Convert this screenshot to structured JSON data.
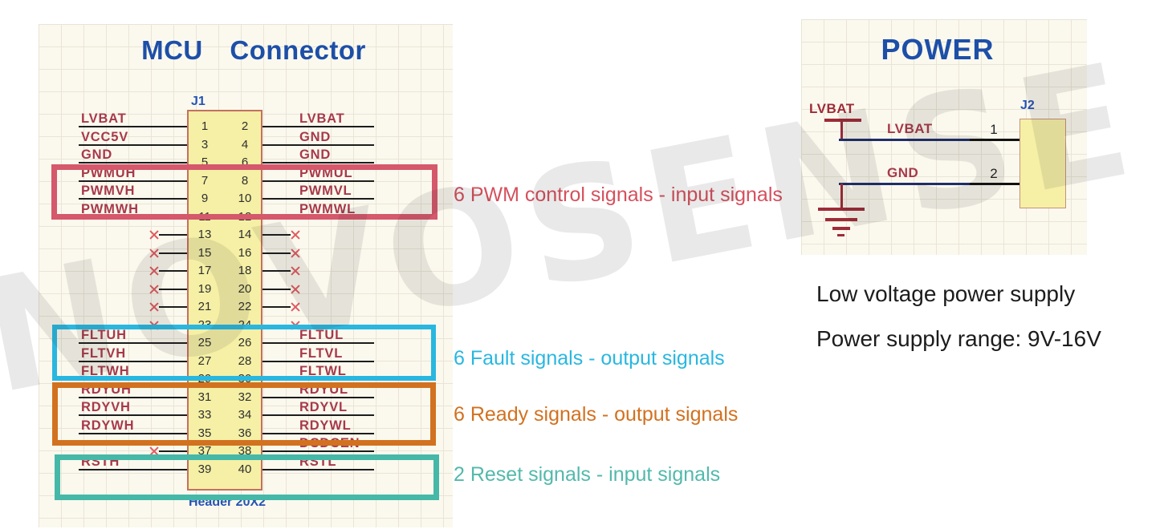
{
  "watermark": {
    "text": "NOVOSENSE"
  },
  "colors": {
    "title_blue": "#1d4fa8",
    "refdes_blue": "#2753b5",
    "net_label_red": "#a7394a",
    "wire_black": "#1c1c1c",
    "wire_navy": "#1f2d69",
    "connector_fill": "#f5f0a5",
    "connector_border": "#c4705f",
    "no_connect_red": "#e05a60",
    "power_symbol_red": "#9e2b38",
    "pwm_group": "#d5586b",
    "fault_group": "#29b7e0",
    "ready_group": "#d2711f",
    "reset_group": "#45b8a8",
    "sheet_background": "#fbf9ee"
  },
  "mcu": {
    "title": "MCU Connector",
    "refdes": "J1",
    "footprint_label": "Header 20X2",
    "rows": [
      {
        "pins": [
          "1",
          "2"
        ],
        "left": "LVBAT",
        "right": "LVBAT"
      },
      {
        "pins": [
          "3",
          "4"
        ],
        "left": "VCC5V",
        "right": "GND"
      },
      {
        "pins": [
          "5",
          "6"
        ],
        "left": "GND",
        "right": "GND"
      },
      {
        "pins": [
          "7",
          "8"
        ],
        "left": "PWMUH",
        "right": "PWMUL"
      },
      {
        "pins": [
          "9",
          "10"
        ],
        "left": "PWMVH",
        "right": "PWMVL"
      },
      {
        "pins": [
          "11",
          "12"
        ],
        "left": "PWMWH",
        "right": "PWMWL"
      },
      {
        "pins": [
          "13",
          "14"
        ],
        "left": null,
        "right": null,
        "left_nc": true,
        "right_nc": true
      },
      {
        "pins": [
          "15",
          "16"
        ],
        "left": null,
        "right": null,
        "left_nc": true,
        "right_nc": true
      },
      {
        "pins": [
          "17",
          "18"
        ],
        "left": null,
        "right": null,
        "left_nc": true,
        "right_nc": true
      },
      {
        "pins": [
          "19",
          "20"
        ],
        "left": null,
        "right": null,
        "left_nc": true,
        "right_nc": true
      },
      {
        "pins": [
          "21",
          "22"
        ],
        "left": null,
        "right": null,
        "left_nc": true,
        "right_nc": true
      },
      {
        "pins": [
          "23",
          "24"
        ],
        "left": null,
        "right": null,
        "left_nc": true,
        "right_nc": true
      },
      {
        "pins": [
          "25",
          "26"
        ],
        "left": "FLTUH",
        "right": "FLTUL"
      },
      {
        "pins": [
          "27",
          "28"
        ],
        "left": "FLTVH",
        "right": "FLTVL"
      },
      {
        "pins": [
          "29",
          "30"
        ],
        "left": "FLTWH",
        "right": "FLTWL"
      },
      {
        "pins": [
          "31",
          "32"
        ],
        "left": "RDYUH",
        "right": "RDYUL"
      },
      {
        "pins": [
          "33",
          "34"
        ],
        "left": "RDYVH",
        "right": "RDYVL"
      },
      {
        "pins": [
          "35",
          "36"
        ],
        "left": "RDYWH",
        "right": "RDYWL"
      },
      {
        "pins": [
          "37",
          "38"
        ],
        "left": null,
        "left_nc": true,
        "right": "DCDCEN"
      },
      {
        "pins": [
          "39",
          "40"
        ],
        "left": "RSTH",
        "right": "RSTL"
      }
    ],
    "groups": [
      {
        "name": "pwm",
        "label": "6 PWM control signals - input signals",
        "color": "#d5505c"
      },
      {
        "name": "fault",
        "label": "6 Fault signals - output signals",
        "color": "#29b7e0"
      },
      {
        "name": "ready",
        "label": "6 Ready signals - output signals",
        "color": "#d2711f"
      },
      {
        "name": "reset",
        "label": "2 Reset signals - input signals",
        "color": "#52b9ab"
      }
    ]
  },
  "power": {
    "title": "POWER",
    "refdes": "J2",
    "supply_label": "LVBAT",
    "nets": [
      {
        "label": "LVBAT",
        "pin": "1"
      },
      {
        "label": "GND",
        "pin": "2"
      }
    ],
    "notes": [
      "Low voltage power supply",
      "Power supply range: 9V-16V"
    ]
  }
}
